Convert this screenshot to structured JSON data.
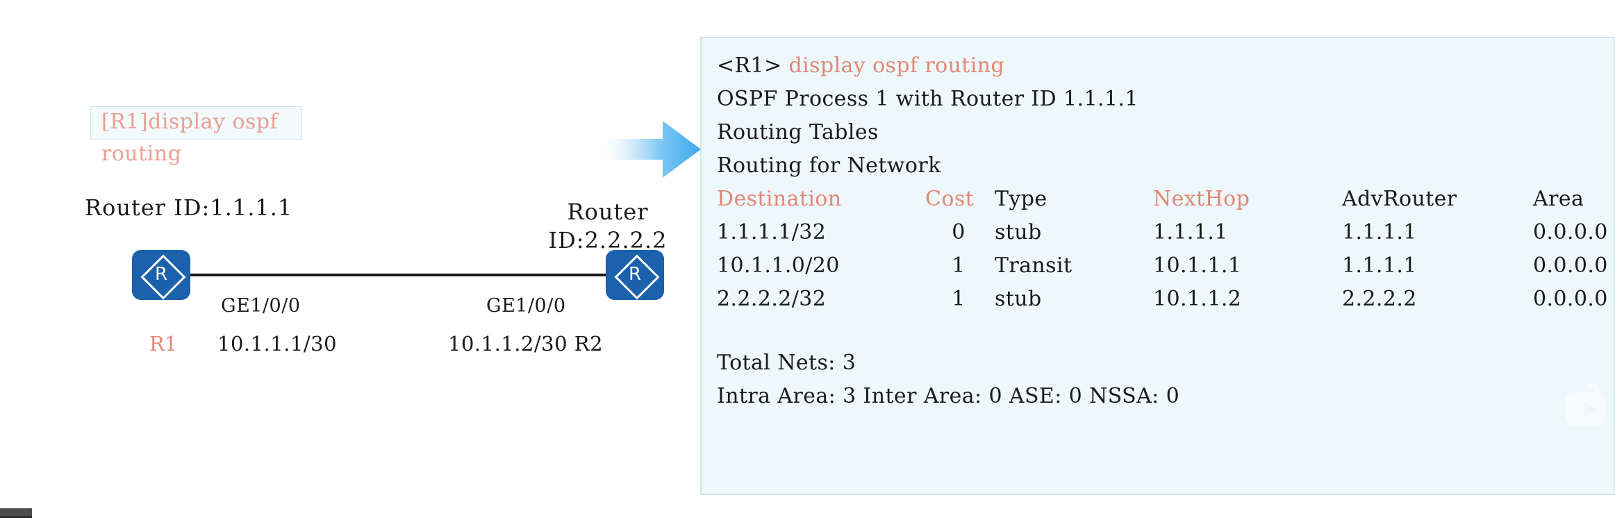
{
  "diagram": {
    "command_box": {
      "line1": "[R1]display ospf",
      "line2": "routing"
    },
    "left_router": {
      "router_id_label": "Router ID:1.1.1.1",
      "name": "R1",
      "interface": "GE1/0/0",
      "ip": "10.1.1.1/30"
    },
    "right_router": {
      "router_id_label_line1": "Router",
      "router_id_label_line2": "ID:2.2.2.2",
      "name": "R2",
      "interface": "GE1/0/0",
      "ip": "10.1.1.2/30 R2"
    },
    "arrow_icon": "right-arrow-icon"
  },
  "terminal": {
    "prompt": "<R1>",
    "command": "display ospf routing",
    "header_lines": [
      "OSPF Process 1 with Router ID 1.1.1.1",
      "Routing Tables",
      "Routing for Network"
    ],
    "columns": {
      "destination": "Destination",
      "cost": "Cost",
      "type": "Type",
      "nexthop": "NextHop",
      "advrouter": "AdvRouter",
      "area": "Area"
    },
    "rows": [
      {
        "destination": "1.1.1.1/32",
        "cost": "0",
        "type": "stub",
        "nexthop": "1.1.1.1",
        "advrouter": "1.1.1.1",
        "area": "0.0.0.0"
      },
      {
        "destination": "10.1.1.0/20",
        "cost": "1",
        "type": "Transit",
        "nexthop": "10.1.1.1",
        "advrouter": "1.1.1.1",
        "area": "0.0.0.0"
      },
      {
        "destination": "2.2.2.2/32",
        "cost": "1",
        "type": "stub",
        "nexthop": "10.1.1.2",
        "advrouter": "2.2.2.2",
        "area": "0.0.0.0"
      }
    ],
    "totals_line": "Total Nets: 3",
    "summary_line": "Intra Area: 3  Inter Area: 0  ASE: 0  NSSA: 0"
  },
  "colors": {
    "accent_red": "#e08878",
    "router_blue": "#1b61ab",
    "panel_bg": "#eef7f9",
    "panel_border": "#cfe6ec",
    "arrow_blue": "#4eb3ef"
  }
}
